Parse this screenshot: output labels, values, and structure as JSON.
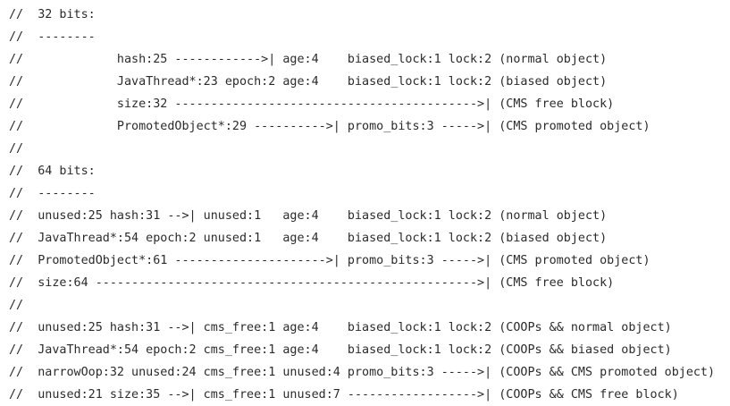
{
  "code": {
    "lines": [
      "//  32 bits:",
      "//  --------",
      "//             hash:25 ------------>| age:4    biased_lock:1 lock:2 (normal object)",
      "//             JavaThread*:23 epoch:2 age:4    biased_lock:1 lock:2 (biased object)",
      "//             size:32 ------------------------------------------>| (CMS free block)",
      "//             PromotedObject*:29 ---------->| promo_bits:3 ----->| (CMS promoted object)",
      "//",
      "//  64 bits:",
      "//  --------",
      "//  unused:25 hash:31 -->| unused:1   age:4    biased_lock:1 lock:2 (normal object)",
      "//  JavaThread*:54 epoch:2 unused:1   age:4    biased_lock:1 lock:2 (biased object)",
      "//  PromotedObject*:61 --------------------->| promo_bits:3 ----->| (CMS promoted object)",
      "//  size:64 ----------------------------------------------------->| (CMS free block)",
      "//",
      "//  unused:25 hash:31 -->| cms_free:1 age:4    biased_lock:1 lock:2 (COOPs && normal object)",
      "//  JavaThread*:54 epoch:2 cms_free:1 age:4    biased_lock:1 lock:2 (COOPs && biased object)",
      "//  narrowOop:32 unused:24 cms_free:1 unused:4 promo_bits:3 ----->| (COOPs && CMS promoted object)",
      "//  unused:21 size:35 -->| cms_free:1 unused:7 ------------------>| (COOPs && CMS free block)"
    ]
  }
}
